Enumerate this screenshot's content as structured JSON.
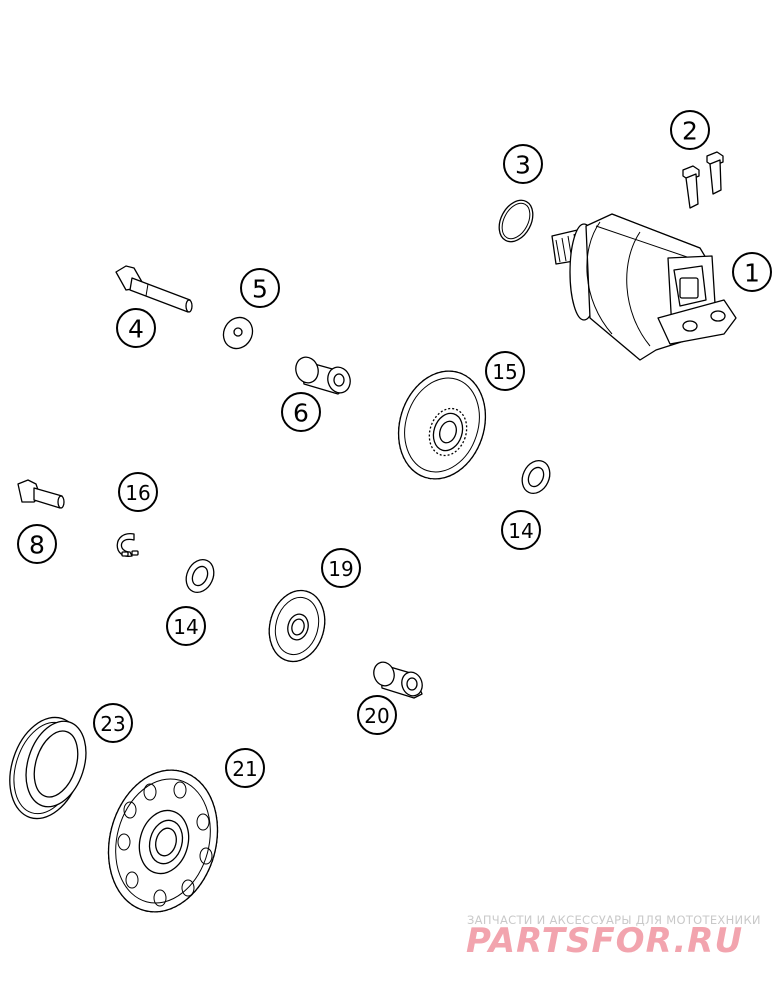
{
  "callouts": {
    "c1": "1",
    "c2": "2",
    "c3": "3",
    "c4": "4",
    "c5": "5",
    "c6": "6",
    "c8": "8",
    "c14a": "14",
    "c14b": "14",
    "c15": "15",
    "c16": "16",
    "c19": "19",
    "c20": "20",
    "c21": "21",
    "c23": "23"
  },
  "watermark": {
    "tagline": "ЗАПЧАСТИ И АКСЕССУАРЫ ДЛЯ МОТОТЕХНИКИ",
    "logo": "PARTSFOR.RU"
  },
  "colors": {
    "line": "#000000",
    "watermark_text": "#c9c9c9",
    "watermark_logo": "#f2a4ae"
  }
}
